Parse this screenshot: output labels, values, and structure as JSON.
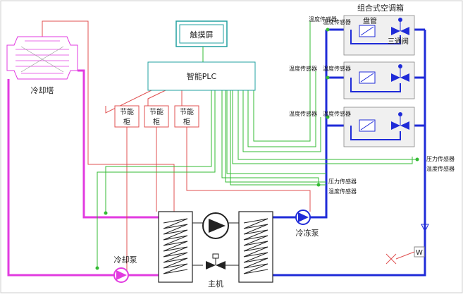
{
  "labels": {
    "touchscreen": "触摸屏",
    "plc": "智能PLC",
    "cabinet_top": "节能",
    "cabinet_bottom": "柜",
    "cooling_tower": "冷却塔",
    "ahu_title": "组合式空调箱",
    "coil": "盘管",
    "three_way_valve": "三通阀",
    "temp_sensor": "温度传感器",
    "pressure_sensor": "压力传感器",
    "chilled_pump": "冷冻泵",
    "cooling_pump": "冷却泵",
    "main_unit": "主机",
    "bypass_valve": "W"
  },
  "colors": {
    "chilled_water": "#1f2bd8",
    "cooling_water": "#e23be0",
    "control_wire": "#33bb33",
    "power_wire": "#e05050",
    "box_border": "#20a0a0"
  }
}
